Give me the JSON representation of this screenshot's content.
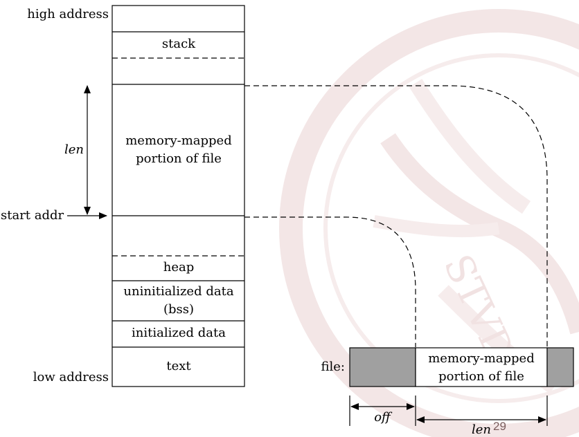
{
  "colors": {
    "watermark": "#f6ecec",
    "file_shaded": "#a0a0a0",
    "line": "#000000"
  },
  "labels": {
    "high_address": "high address",
    "low_address": "low address",
    "start_addr": "start addr",
    "len_left": "len",
    "len_bottom": "len",
    "off": "off",
    "file": "file:"
  },
  "segments": {
    "stack": "stack",
    "mapped_line1": "memory-mapped",
    "mapped_line2": "portion of file",
    "heap": "heap",
    "bss_line1": "uninitialized data",
    "bss_line2": "(bss)",
    "initialized": "initialized data",
    "text": "text"
  },
  "file_box": {
    "mapped_line1": "memory-mapped",
    "mapped_line2": "portion of file"
  },
  "page_number": "29",
  "watermark": {
    "icon": "university-seal-watermark",
    "text": "STVDI"
  }
}
